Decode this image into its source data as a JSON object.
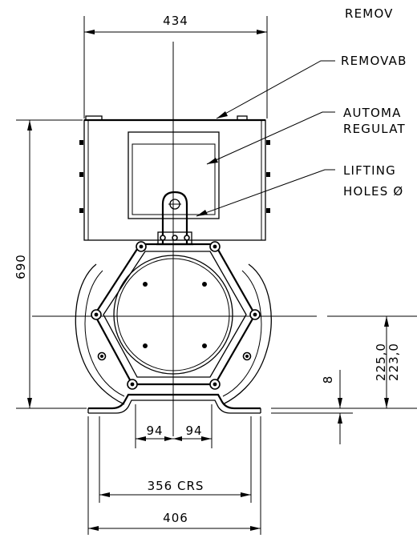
{
  "dimensions": {
    "overall_width": "434",
    "overall_height": "690",
    "foot_width": "406",
    "foot_centres": "356 CRS",
    "half_foot_left": "94",
    "half_foot_right": "94",
    "shaft_height_a": "225,0",
    "shaft_height_b": "223,0",
    "foot_thickness": "8"
  },
  "annotations": {
    "removable_top_cut": "REMOV",
    "removable_cover": "REMOVAB",
    "automatic_line1": "AUTOMA",
    "automatic_line2": "REGULAT",
    "lifting_line1": "LIFTING",
    "lifting_line2": "HOLES Ø"
  }
}
